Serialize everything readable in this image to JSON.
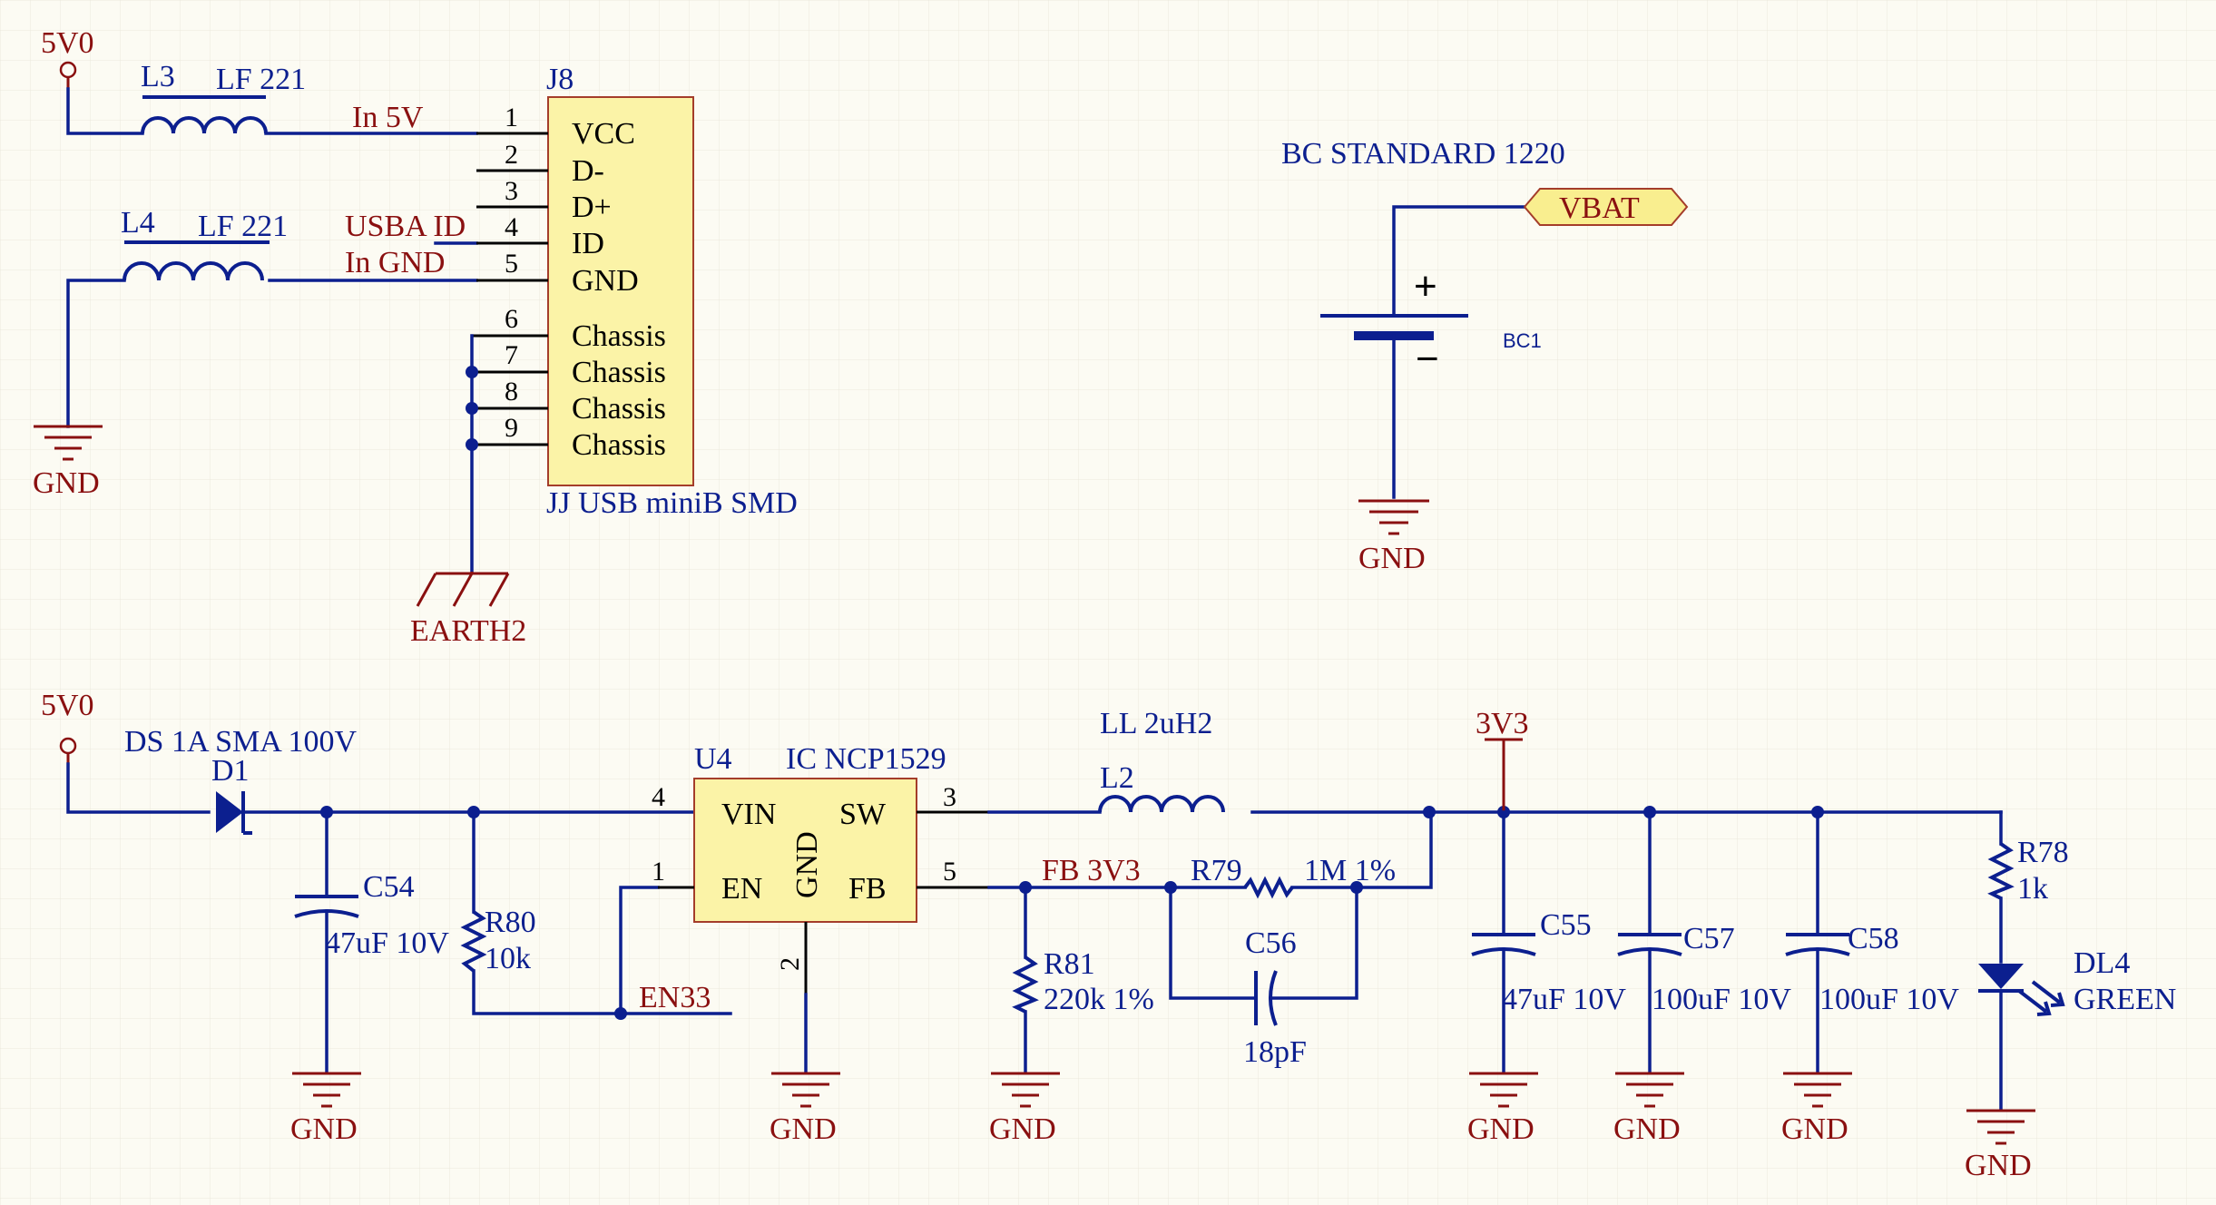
{
  "top": {
    "power_5v": "5V0",
    "l3": {
      "ref": "L3",
      "value": "LF 221"
    },
    "l4": {
      "ref": "L4",
      "value": "LF 221"
    },
    "nets": {
      "in5v": "In  5V",
      "usba_id": "USBA  ID",
      "in_gnd": "In  GND"
    },
    "gnd_left": "GND",
    "earth": "EARTH2",
    "j8": {
      "ref": "J8",
      "value": "JJ USB miniB SMD",
      "pins": [
        {
          "num": "1",
          "name": "VCC"
        },
        {
          "num": "2",
          "name": "D-"
        },
        {
          "num": "3",
          "name": "D+"
        },
        {
          "num": "4",
          "name": "ID"
        },
        {
          "num": "5",
          "name": "GND"
        },
        {
          "num": "6",
          "name": "Chassis"
        },
        {
          "num": "7",
          "name": "Chassis"
        },
        {
          "num": "8",
          "name": "Chassis"
        },
        {
          "num": "9",
          "name": "Chassis"
        }
      ]
    },
    "battery": {
      "value": "BC STANDARD 1220",
      "ref": "BC1",
      "net": "VBAT",
      "plus": "+",
      "minus": "−",
      "gnd": "GND"
    }
  },
  "bottom": {
    "power_5v": "5V0",
    "d1": {
      "value": "DS 1A SMA 100V",
      "ref": "D1"
    },
    "c54": {
      "ref": "C54",
      "value": "47uF 10V"
    },
    "r80": {
      "ref": "R80",
      "value": "10k"
    },
    "en_net": "EN33",
    "u4": {
      "ref": "U4",
      "value": "IC NCP1529",
      "pins": {
        "vin": "VIN",
        "en": "EN",
        "gnd": "GND",
        "sw": "SW",
        "fb": "FB"
      },
      "pin_nums": {
        "vin": "4",
        "en": "1",
        "gnd": "2",
        "sw": "3",
        "fb": "5"
      }
    },
    "l2": {
      "ref": "L2",
      "value": "LL 2uH2"
    },
    "fb_net": "FB  3V3",
    "r79": {
      "ref": "R79",
      "value": "1M 1%"
    },
    "c56": {
      "ref": "C56",
      "value": "18pF"
    },
    "r81": {
      "ref": "R81",
      "value": "220k 1%"
    },
    "power_3v3": "3V3",
    "c55": {
      "ref": "C55",
      "value": "47uF 10V"
    },
    "c57": {
      "ref": "C57",
      "value": "100uF 10V"
    },
    "c58": {
      "ref": "C58",
      "value": "100uF 10V"
    },
    "r78": {
      "ref": "R78",
      "value": "1k"
    },
    "dl4": {
      "ref": "DL4",
      "value": "GREEN"
    },
    "gnd": "GND"
  },
  "colors": {
    "wire": "#0c1f8f",
    "label": "#8a1010",
    "component_body": "#fbf3a7",
    "background": "#fcfbf3"
  }
}
